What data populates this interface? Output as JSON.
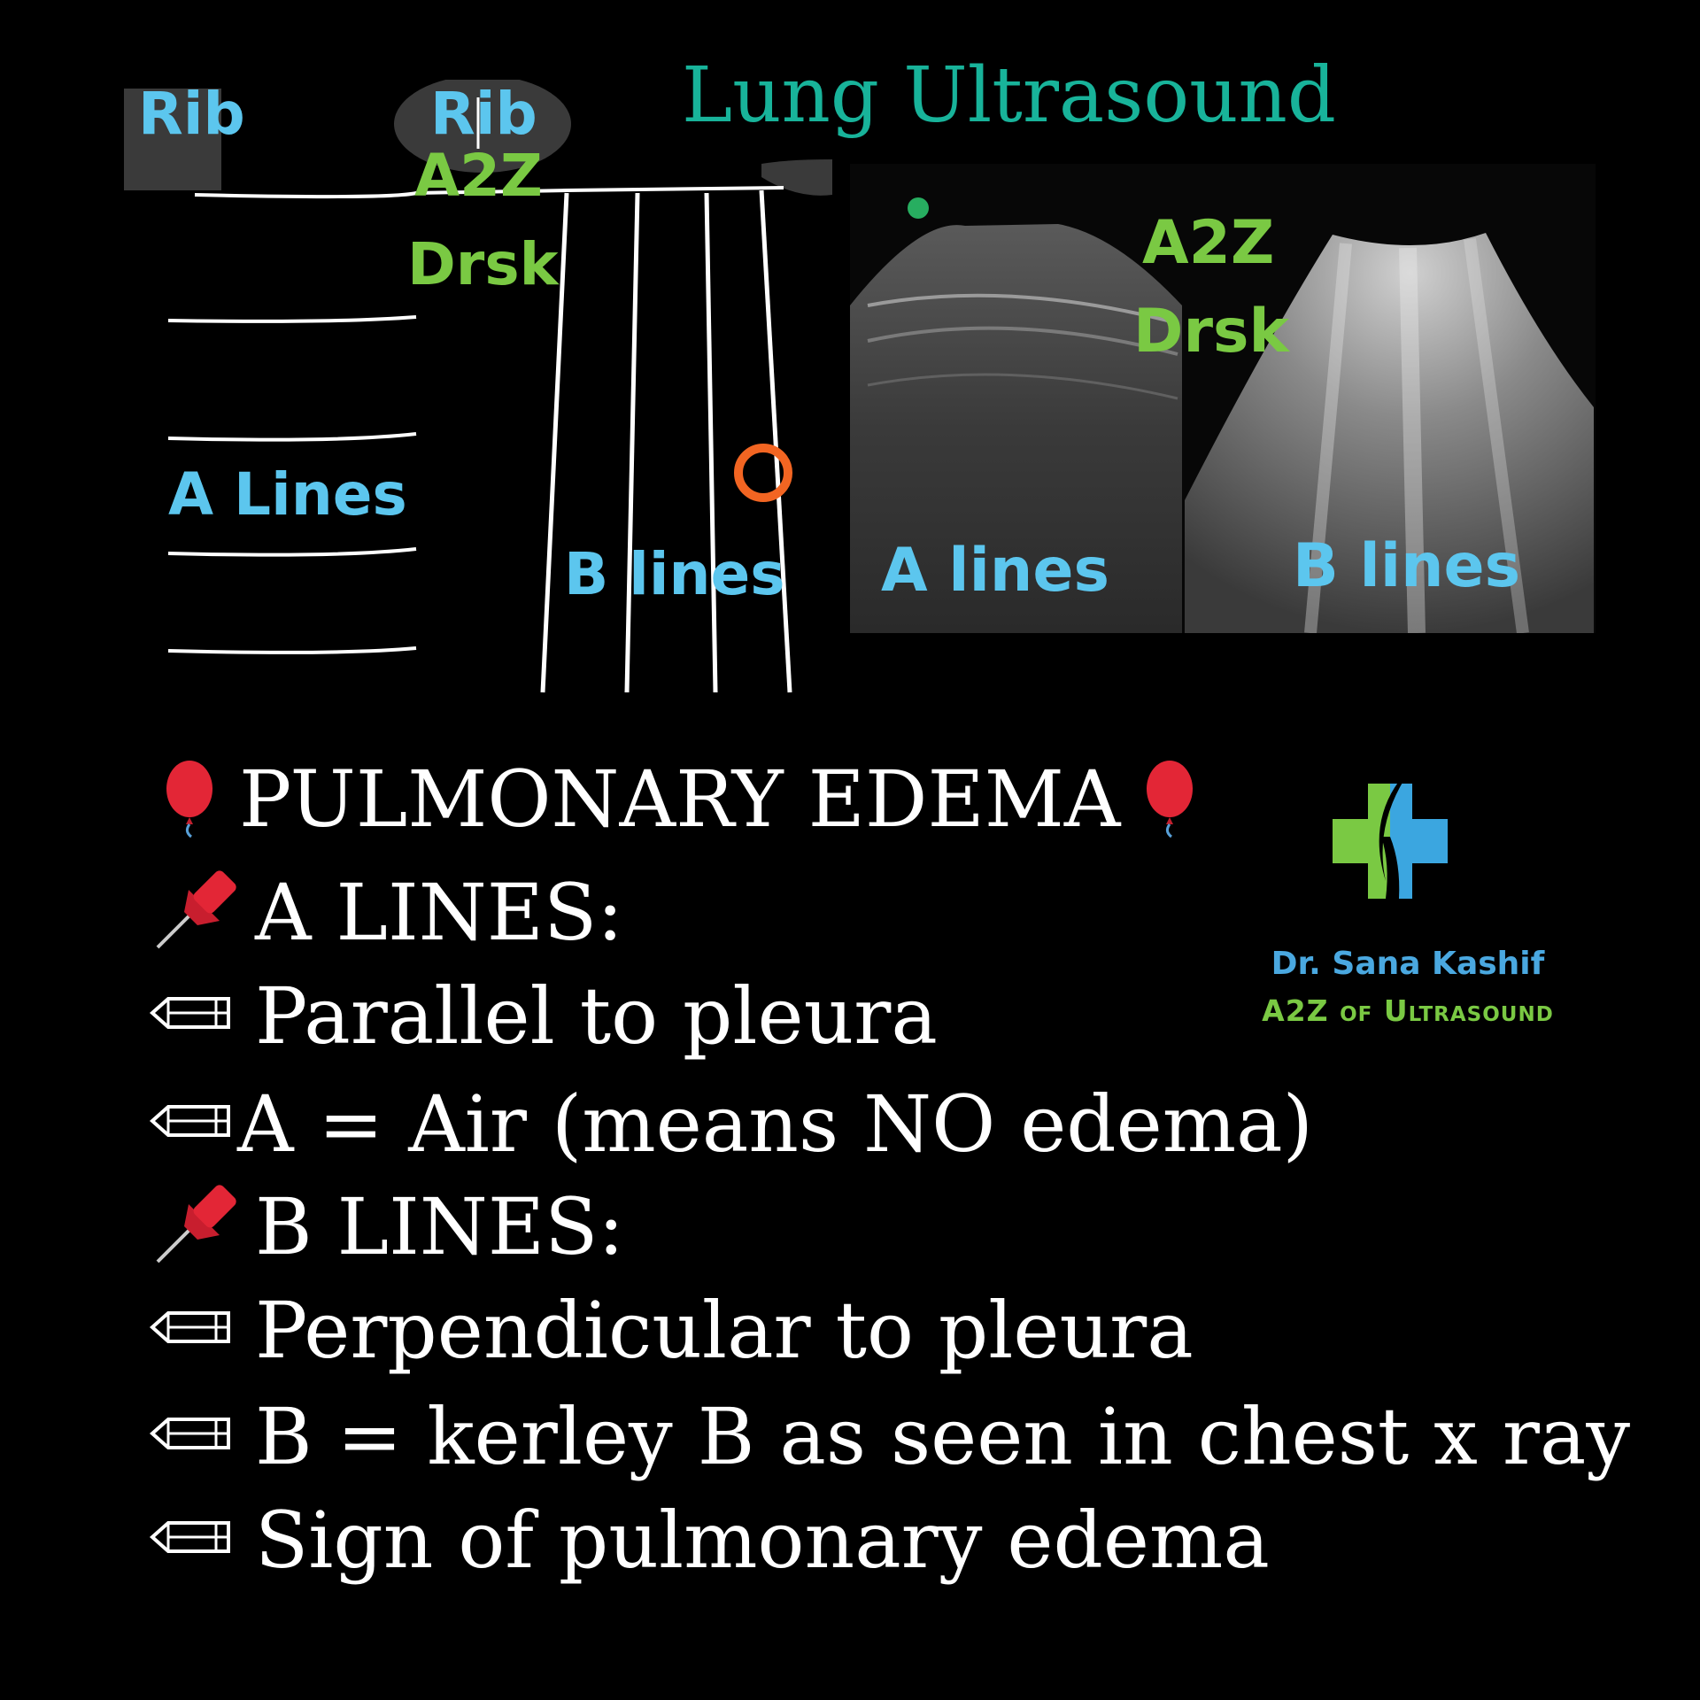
{
  "title": "Lung Ultrasound",
  "diagram": {
    "rib_left": "Rib",
    "rib_center": "Rib",
    "watermark_a2z": "A2Z",
    "watermark_drsk": "Drsk",
    "a_lines_label": "A Lines",
    "b_lines_label": "B lines"
  },
  "ultrasound": {
    "watermark_a2z": "A2Z",
    "watermark_drsk": "Drsk",
    "a_lines_label": "A lines",
    "b_lines_label": "B lines"
  },
  "content": {
    "heading": "PULMONARY EDEMA",
    "a_lines_title": "A LINES:",
    "a_point_1": "Parallel to pleura",
    "a_point_2": "A = Air (means NO edema)",
    "b_lines_title": "B LINES:",
    "b_point_1": "Perpendicular to pleura",
    "b_point_2": "B = kerley B as seen in chest x ray",
    "b_point_3": "Sign of pulmonary edema"
  },
  "logo": {
    "name": "Dr. Sana Kashif",
    "tagline": "A2Z of Ultrasound"
  },
  "colors": {
    "title": "#18b39a",
    "label_blue": "#5cc6ee",
    "watermark_green": "#7ac943",
    "marker_orange": "#f26522"
  },
  "icons": [
    "balloon-icon",
    "pushpin-icon",
    "pencil-icon",
    "medical-cross-logo-icon"
  ]
}
